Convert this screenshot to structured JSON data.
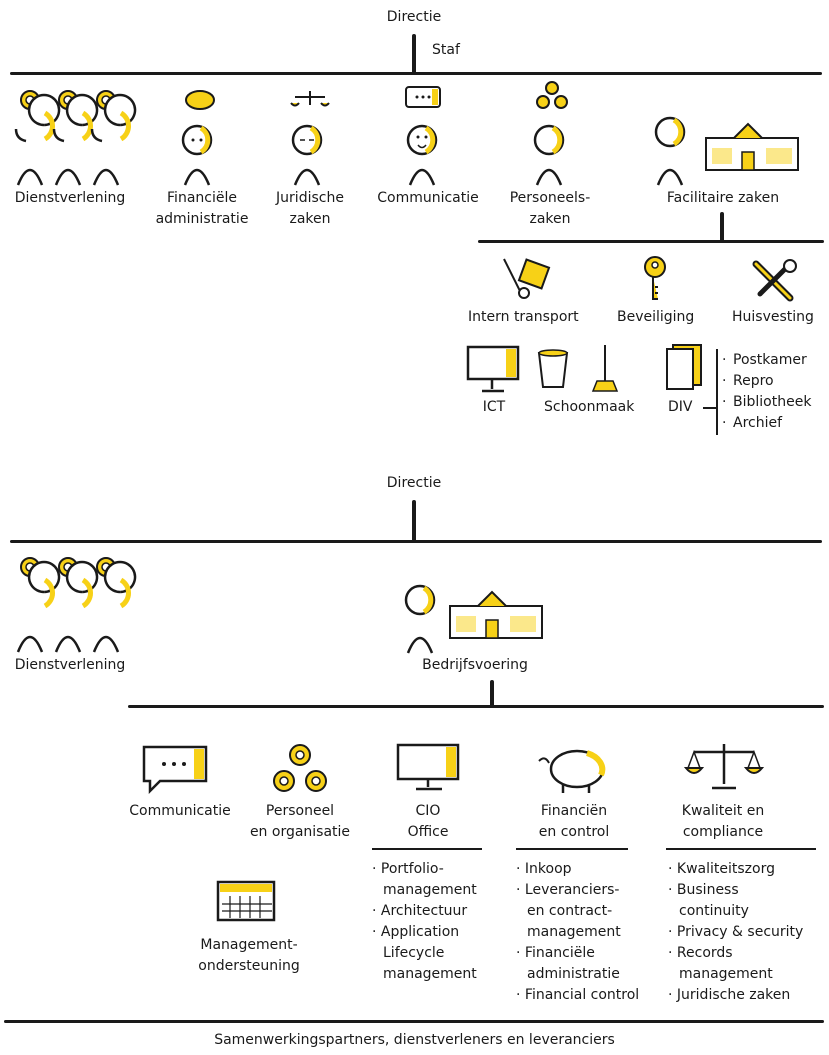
{
  "chart1": {
    "top": "Directie",
    "staf": "Staf",
    "units": {
      "dienstverlening": "Dienstverlening",
      "financiele_1": "Financiële",
      "financiele_2": "administratie",
      "juridische_1": "Juridische",
      "juridische_2": "zaken",
      "communicatie": "Communicatie",
      "personeels_1": "Personeels-",
      "personeels_2": "zaken",
      "facilitaire": "Facilitaire zaken"
    },
    "facilitair_sub": {
      "transport": "Intern transport",
      "beveiliging": "Beveiliging",
      "huisvesting": "Huisvesting",
      "ict": "ICT",
      "schoonmaak": "Schoonmaak",
      "div": "DIV",
      "div_items": [
        "Postkamer",
        "Repro",
        "Bibliotheek",
        "Archief"
      ]
    }
  },
  "chart2": {
    "top": "Directie",
    "dienstverlening": "Dienstverlening",
    "bedrijfsvoering": "Bedrijfsvoering",
    "units": {
      "communicatie": "Communicatie",
      "po_1": "Personeel",
      "po_2": "en organisatie",
      "cio_1": "CIO",
      "cio_2": "Office",
      "fin_1": "Financiën",
      "fin_2": "en control",
      "kwal_1": "Kwaliteit en",
      "kwal_2": "compliance",
      "mgmt_1": "Management-",
      "mgmt_2": "ondersteuning"
    },
    "cio_items": [
      "Portfolio-",
      "management",
      "Architectuur",
      "Application",
      "Lifecycle",
      "management"
    ],
    "fin_items": [
      "Inkoop",
      "Leveranciers-",
      "en contract-",
      "management",
      "Financiële",
      "administratie",
      "Financial control"
    ],
    "kwal_items": [
      "Kwaliteitszorg",
      "Business",
      "continuity",
      "Privacy & security",
      "Records",
      "management",
      "Juridische zaken"
    ],
    "footer": "Samenwerkingspartners, dienstverleners en leveranciers"
  },
  "colors": {
    "accent": "#f7d117",
    "ink": "#1a1a1a"
  }
}
